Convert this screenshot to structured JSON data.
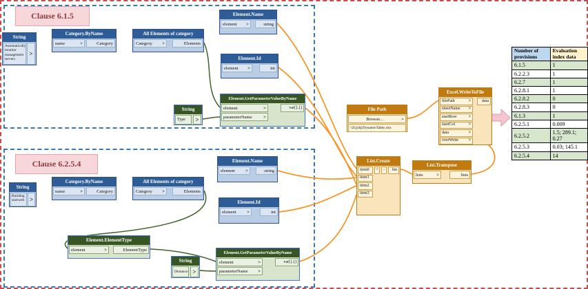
{
  "glyphs": {
    "chevron": ">",
    "plus": "+",
    "minus": "-"
  },
  "clause_top": {
    "label": "Clause 6.1.5",
    "string_node": {
      "title": "String",
      "value": "Automatically monitor management servers"
    },
    "category_byname": {
      "title": "Category.ByName",
      "input": "name",
      "output": "Category"
    },
    "all_elements": {
      "title": "All Elements of category",
      "input": "Category",
      "output": "Elements"
    },
    "element_name": {
      "title": "Element.Name",
      "input": "element",
      "output": "string"
    },
    "element_id": {
      "title": "Element.Id",
      "input": "element",
      "output": "int"
    },
    "get_param": {
      "title": "Element.GetParameterValueByName",
      "inputs": [
        "element",
        "parameterName"
      ],
      "output": "var[]..[]"
    },
    "type_string": {
      "title": "String",
      "value": "Type"
    }
  },
  "clause_bottom": {
    "label": "Clause 6.2.5.4",
    "string_node": {
      "title": "String",
      "value": "Building stairwell"
    },
    "category_byname": {
      "title": "Category.ByName",
      "input": "name",
      "output": "Category"
    },
    "all_elements": {
      "title": "All Elements of category",
      "input": "Category",
      "output": "Elements"
    },
    "element_name": {
      "title": "Element.Name",
      "input": "element",
      "output": "string"
    },
    "element_id": {
      "title": "Element.Id",
      "input": "element",
      "output": "int"
    },
    "element_type": {
      "title": "Element.ElementType",
      "input": "element",
      "output": "ElementType"
    },
    "distance_string": {
      "title": "String",
      "value": "Distance"
    },
    "get_param": {
      "title": "Element.GetParameterValueByName",
      "inputs": [
        "element",
        "parameterName"
      ],
      "output": "var[]..[]"
    }
  },
  "middle": {
    "file_path": {
      "title": "File Path",
      "browse": "Browse...",
      "path": "\\\\Zyjzhj\\Dynamo\\Table.xlsx"
    },
    "excel": {
      "title": "Excel.WriteToFile",
      "inputs": [
        "filePath",
        "sheetName",
        "startRow",
        "startCol",
        "data",
        "overWrite"
      ],
      "output": "data"
    },
    "list_create": {
      "title": "List.Create",
      "items": [
        "item0",
        "item1",
        "item2",
        "item3"
      ],
      "output": "list"
    },
    "list_transpose": {
      "title": "List.Transpose",
      "input": "lists",
      "output": "lists"
    }
  },
  "table": {
    "headers": [
      "Number of provisions",
      "Evaluation index data"
    ],
    "rows": [
      [
        "6.1.5",
        "1"
      ],
      [
        "6.2.2.3",
        "1"
      ],
      [
        "6.2.7",
        "1"
      ],
      [
        "6.2.8.1",
        "1"
      ],
      [
        "6.2.8.2",
        "0"
      ],
      [
        "6.2.8.3",
        "0"
      ],
      [
        "6.1.3",
        "1"
      ],
      [
        "6.2.5.1",
        "0.009"
      ],
      [
        "6.2.5.2",
        "1.5; 289.1; 0.27"
      ],
      [
        "6.2.5.3",
        "0.03; 145.1"
      ],
      [
        "6.2.5.4",
        "14"
      ]
    ]
  },
  "colors": {
    "wire_orange": "#f79627",
    "wire_green": "#3f6228",
    "blue_header": "#2e5c97",
    "green_header": "#375623",
    "orange_header": "#c07a10",
    "table_header_blue": "#bdd7ee",
    "table_header_yellow": "#fff2cc",
    "table_row_green": "#d6e7ce",
    "clause_pink": "#f8d7da"
  }
}
